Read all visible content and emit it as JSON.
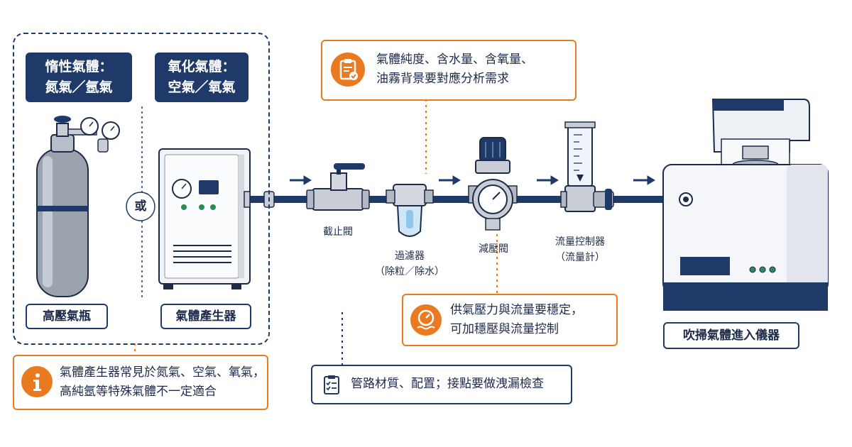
{
  "sources": {
    "inert": {
      "line1": "惰性氣體：",
      "line2": "氮氣／氬氣"
    },
    "oxidizing": {
      "line1": "氧化氣體：",
      "line2": "空氣／氧氣"
    },
    "or_label": "或",
    "cylinder_label": "高壓氣瓶",
    "generator_label": "氣體產生器"
  },
  "components": {
    "shutoff_valve": "截止閥",
    "filter": {
      "line1": "過濾器",
      "line2": "（除粒／除水）"
    },
    "regulator": "減壓閥",
    "flow_controller": {
      "line1": "流量控制器",
      "line2": "（流量計）"
    },
    "instrument": "吹掃氣體進入儀器"
  },
  "callouts": {
    "purity": {
      "line1": "氣體純度、含水量、含氧量、",
      "line2": "油霧背景要對應分析需求",
      "icon": "clipboard-check-icon"
    },
    "pressure": {
      "line1": "供氣壓力與流量要穩定，",
      "line2": "可加穩壓與流量控制",
      "icon": "gauge-icon"
    },
    "piping": {
      "line1": "管路材質、配置；接點要做洩漏檢查",
      "icon": "checklist-icon"
    },
    "generator_note": {
      "line1": "氣體產生器常見於氮氣、空氣、氧氣，",
      "line2": "高純氬等特殊氣體不一定適合",
      "icon": "info-icon"
    }
  },
  "colors": {
    "navy": "#1f3a68",
    "orange": "#e97a1f",
    "steel": "#c9ced6"
  }
}
